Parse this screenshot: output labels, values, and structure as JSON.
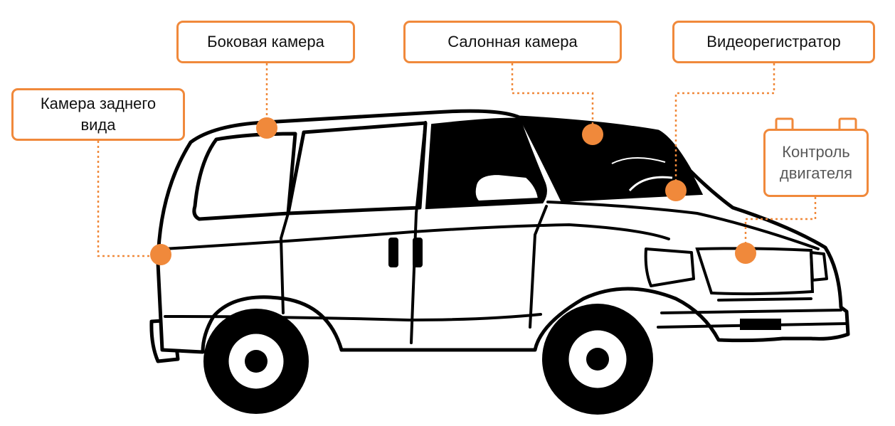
{
  "callouts": {
    "rear_camera": "Камера заднего\nвида",
    "side_camera": "Боковая камера",
    "cabin_camera": "Салонная камера",
    "dashcam": "Видеорегистратор",
    "engine_control": "Контроль\nдвигателя"
  },
  "colors": {
    "accent": "#f0893b",
    "outline": "#000000",
    "engine_label_text": "#595959"
  },
  "icons": [
    "van-illustration",
    "battery-icon",
    "marker-dot"
  ]
}
